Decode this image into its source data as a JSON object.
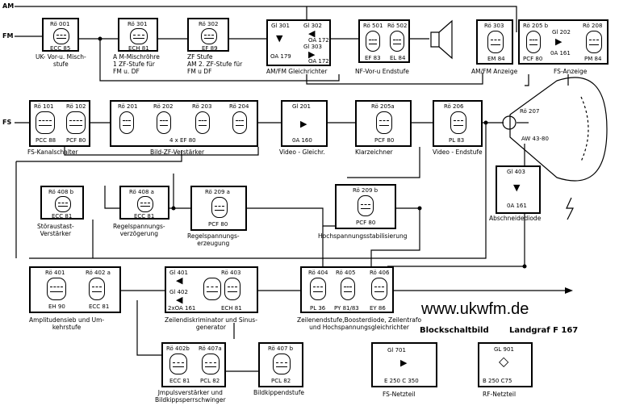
{
  "inputs": {
    "am": "AM",
    "fm": "FM",
    "fs": "FS"
  },
  "blocks": {
    "ukv": {
      "tube1": "Rö 001",
      "type1": "ECC 85",
      "caption": "UK- Vor-u. Misch-\nstufe"
    },
    "mischrohre": {
      "tube1": "Rö 301",
      "type1": "ECH 81",
      "caption": "A M-Mischröhre\n1 ZF-Stufe für\nFM u. DF"
    },
    "zf2": {
      "tube1": "Rö 302",
      "type1": "EF 89",
      "caption": "ZF Stufe\nAM 2. ZF-Stufe für\nFM u DF"
    },
    "gleich": {
      "d1": "Gl 301",
      "d1type": "OA 179",
      "d2": "Gl 302",
      "d2type": "OA 172",
      "d3": "Gl 303",
      "d3type": "OA 172",
      "caption": "AM/FM Gleichrichter"
    },
    "nf": {
      "tube1": "Rö 501",
      "type1": "EF 83",
      "tube2": "Rö 502",
      "type2": "EL 84",
      "caption": "NF-Vor-u Endstufe"
    },
    "amfm_anz": {
      "tube1": "Rö 303",
      "type1": "EM 84",
      "caption": "AM/FM Anzeige"
    },
    "fs_anz": {
      "tube1": "Rö 205 b",
      "type1": "PCF 80",
      "d1": "Gl 202",
      "d1type": "0A 161",
      "tube2": "Rö 208",
      "type2": "PM 84",
      "caption": "FS-Anzeige"
    },
    "kanal": {
      "tube1": "Rö 101",
      "type1": "PCC 88",
      "tube2": "Rö 102",
      "type2": "PCF 80",
      "caption": "FS-Kanalschalter"
    },
    "bildzf": {
      "tube1": "Rö 201",
      "tube2": "Rö 202",
      "tube3": "Rö 203",
      "tube4": "Rö 204",
      "type": "4 x EF 80",
      "caption": "Bild-ZF-Verstärker"
    },
    "videog": {
      "d1": "Gl 201",
      "d1type": "0A 160",
      "caption": "Video - Gleichr."
    },
    "klar": {
      "tube1": "Rö 205a",
      "type1": "PCF 80",
      "caption": "Klarzeichner"
    },
    "videoe": {
      "tube1": "Rö 206",
      "type1": "PL 83",
      "caption": "Video - Endstufe"
    },
    "crt": {
      "tube1": "Rö 207",
      "type1": "AW 43-80"
    },
    "abschn": {
      "d1": "Gl 403",
      "d1type": "0A 161",
      "caption": "Abschneidediode"
    },
    "stor": {
      "tube1": "Rö 408 b",
      "type1": "ECC 81",
      "caption": "Störaustast-\nVerstärker"
    },
    "regv": {
      "tube1": "Rö 408 a",
      "type1": "ECC 81",
      "caption": "Regelspannungs-\nverzögerung"
    },
    "rege": {
      "tube1": "Rö 209 a",
      "type1": "PCF 80",
      "caption": "Regelspannungs-\nerzeugung"
    },
    "hochstab": {
      "tube1": "Rö 209 b",
      "type1": "PCF 80",
      "caption": "Hochspannungsstabilisierung"
    },
    "ampl": {
      "tube1": "Rö 401",
      "type1": "EH 90",
      "tube2": "Rö 402 a",
      "type2": "ECC 81",
      "caption": "Amplitudensieb und Um-\nkehrstufe"
    },
    "zeilendisk": {
      "d1": "Gl 401",
      "d2": "Gl 402",
      "dtype": "2xOA 161",
      "tube1": "Rö 403",
      "type1": "ECH 81",
      "caption": "Zeilendiskriminator und Sinus-\ngenerator"
    },
    "zeilenend": {
      "tube1": "Rö 404",
      "type1": "PL 36",
      "tube2": "Rö 405",
      "type2": "PY 81/83",
      "tube3": "Rö 406",
      "type3": "EY 86",
      "caption": "Zeilenendstufe,Boosterdiode, Zeilentrafo\nund Hochspannungsgleichrichter"
    },
    "impuls": {
      "tube1": "Rö 402b",
      "type1": "ECC 81",
      "tube2": "Rö 407a",
      "type2": "PCL 82",
      "caption": "Jmpulsverstärker und\nBildkippsperrschwinger"
    },
    "bildkipp": {
      "tube1": "Rö 407 b",
      "type1": "PCL 82",
      "caption": "Bildkippendstufe"
    },
    "fsnetz": {
      "d1": "Gl 701",
      "d1type": "E 250  C 350",
      "caption": "FS-Netzteil"
    },
    "rfnetz": {
      "d1": "GL 901",
      "d1type": "B 250  C75",
      "caption": "RF-Netzteil"
    }
  },
  "site": "www.ukwfm.de",
  "title_left": "Blockschaltbild",
  "title_right": "Landgraf F 167"
}
